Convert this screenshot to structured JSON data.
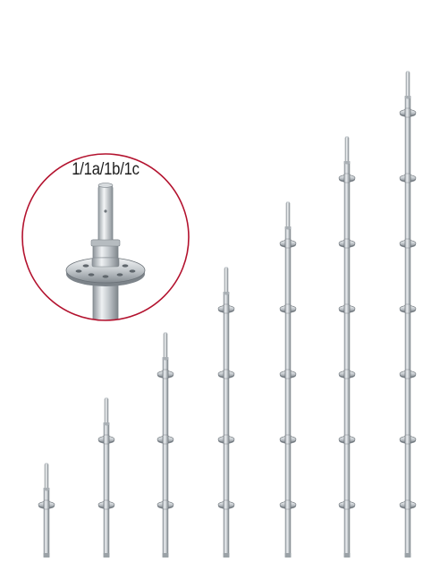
{
  "callout": {
    "label": "1/1a/1b/1c",
    "ring_color": "#b3122e"
  },
  "standards": {
    "count": 7,
    "rosettes_per_standard": [
      1,
      2,
      3,
      4,
      5,
      6,
      7
    ],
    "tube_color": "#c9ced2",
    "shadow_color": "#8e959b"
  }
}
